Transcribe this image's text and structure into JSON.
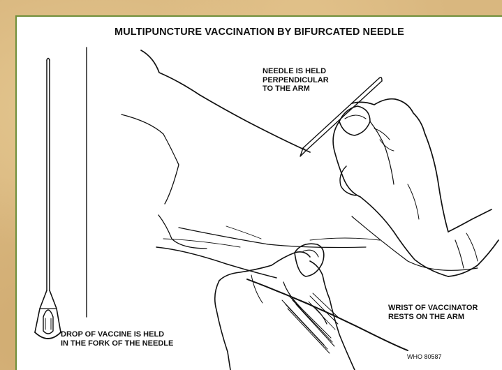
{
  "title": "MULTIPUNCTURE VACCINATION BY BIFURCATED NEEDLE",
  "labels": {
    "needle_perpendicular": "NEEDLE IS HELD\nPERPENDICULAR\nTO THE ARM",
    "drop_of_vaccine": "DROP OF VACCINE IS HELD\nIN THE FORK OF THE NEEDLE",
    "wrist_of_vaccinator": "WRIST OF VACCINATOR\nRESTS ON THE ARM"
  },
  "reference": "WHO 80587",
  "colors": {
    "background": "#d9b77f",
    "frame_border": "#6f8f3a",
    "ink": "#111111"
  }
}
